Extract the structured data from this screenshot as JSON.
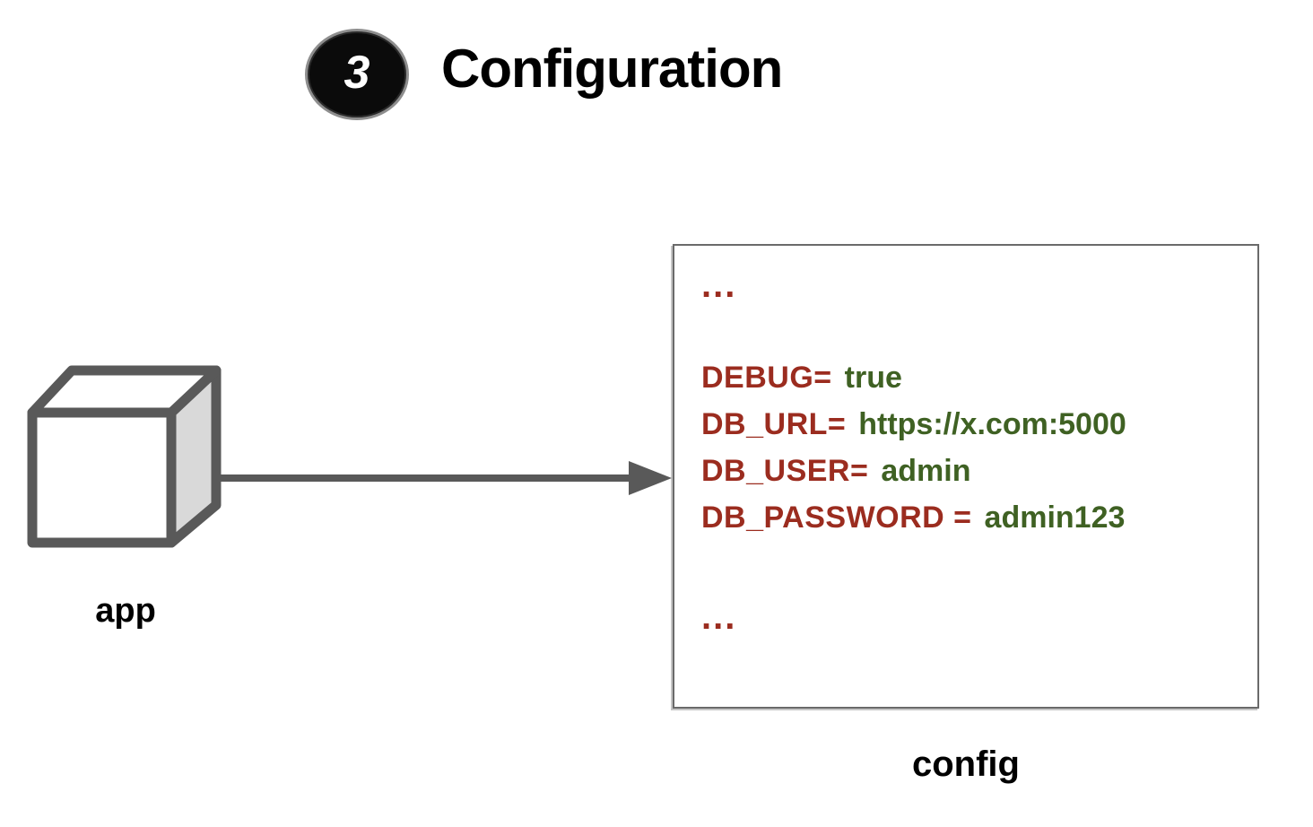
{
  "header": {
    "step_number": "3",
    "title": "Configuration"
  },
  "app_node": {
    "label": "app",
    "icon": "cube-icon"
  },
  "connector": {
    "icon": "arrow-right-icon",
    "from": "app",
    "to": "config"
  },
  "config_box": {
    "label": "config",
    "ellipsis_top": "...",
    "ellipsis_bottom": "...",
    "entries": [
      {
        "key": "DEBUG=",
        "value": "true"
      },
      {
        "key": "DB_URL=",
        "value": "https://x.com:5000"
      },
      {
        "key": "DB_USER=",
        "value": "admin"
      },
      {
        "key": "DB_PASSWORD =",
        "value": "admin123"
      }
    ]
  },
  "colors": {
    "key_red": "#9b2c1f",
    "value_green": "#3f6123",
    "stroke_gray": "#595959",
    "box_border_gray": "#6a6a6a",
    "cube_side_fill": "#d9d9d9",
    "badge_fill": "#0b0b0b",
    "badge_ring": "#8e8e8e",
    "background": "#ffffff"
  }
}
